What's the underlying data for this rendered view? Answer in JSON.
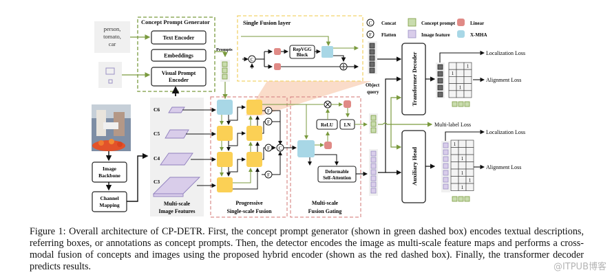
{
  "figure": {
    "input_text": [
      "person,",
      "tomato,",
      "car"
    ],
    "concept_prompt_generator": {
      "title": "Concept Prompt Generator",
      "text_encoder": "Text Encoder",
      "embeddings": "Embeddings",
      "visual_prompt_encoder": [
        "Visual Prompt",
        "Encoder"
      ]
    },
    "prompts_label": "Prompts",
    "single_fusion_layer": {
      "title": "Single Fusion layer",
      "repvgg_block": [
        "RepVGG",
        "Block"
      ]
    },
    "legend": {
      "concat": "Concat",
      "flatten": "Flatten",
      "concept_prompt": "Concept prompt",
      "image_feature": "Image feature",
      "linear": "Linear",
      "x_mha": "X-MHA"
    },
    "legend_colors": {
      "concept_prompt": "#c9dcae",
      "image_feature": "#d9cdea",
      "linear": "#e08a86",
      "x_mha": "#a8d7e6",
      "fusion_block": "#fbd055"
    },
    "backbone": {
      "image_backbone": [
        "Image",
        "Backbone"
      ],
      "channel_mapping": [
        "Channel",
        "Mapping"
      ]
    },
    "multi_scale_features": {
      "levels": [
        "C6",
        "C5",
        "C4",
        "C3"
      ],
      "label": [
        "Multi-scale",
        "Image Features"
      ]
    },
    "progressive_fusion_label": [
      "Progressive",
      "Single-scale Fusion"
    ],
    "gating": {
      "relu": "ReLU",
      "ln": "LN",
      "deformable": [
        "Deformable",
        "Self-Attention"
      ],
      "label": [
        "Multi-scale",
        "Fusion Gating"
      ]
    },
    "object_query_label": [
      "Object",
      "query"
    ],
    "transformer_decoder": "Transformer Decoder",
    "auxiliary_head": "Auxiliary Head",
    "losses": {
      "localization_top": "Localization Loss",
      "alignment_top": "Alignment Loss",
      "multi_label": "Multi-label Loss",
      "localization_bottom": "Localization Loss",
      "alignment_bottom": "Alignment Loss"
    },
    "matrix_top": [
      [
        "",
        "",
        "1"
      ],
      [
        "1",
        "",
        ""
      ],
      [
        "",
        "",
        ""
      ],
      [
        "",
        "1",
        ""
      ],
      [
        "",
        "",
        ""
      ]
    ],
    "matrix_bottom": [
      [
        "1",
        "",
        ""
      ],
      [
        "",
        "",
        ""
      ],
      [
        "",
        "1",
        ""
      ],
      [
        "",
        "",
        ""
      ],
      [
        "",
        "1",
        ""
      ],
      [
        "",
        "",
        "1"
      ],
      [
        "",
        "1",
        ""
      ]
    ],
    "symbols": {
      "concat": "C",
      "flatten": "F"
    }
  },
  "caption": "Figure 1: Overall architecture of CP-DETR. First, the concept prompt generator (shown in green dashed box) encodes textual descriptions, referring boxes, or annotations as concept prompts. Then, the detector encodes the image as multi-scale feature maps and performs a cross-modal fusion of concepts and images using the proposed hybrid encoder (shown as the red dashed box). Finally, the transformer decoder predicts results.",
  "watermark": "@ITPUB博客"
}
